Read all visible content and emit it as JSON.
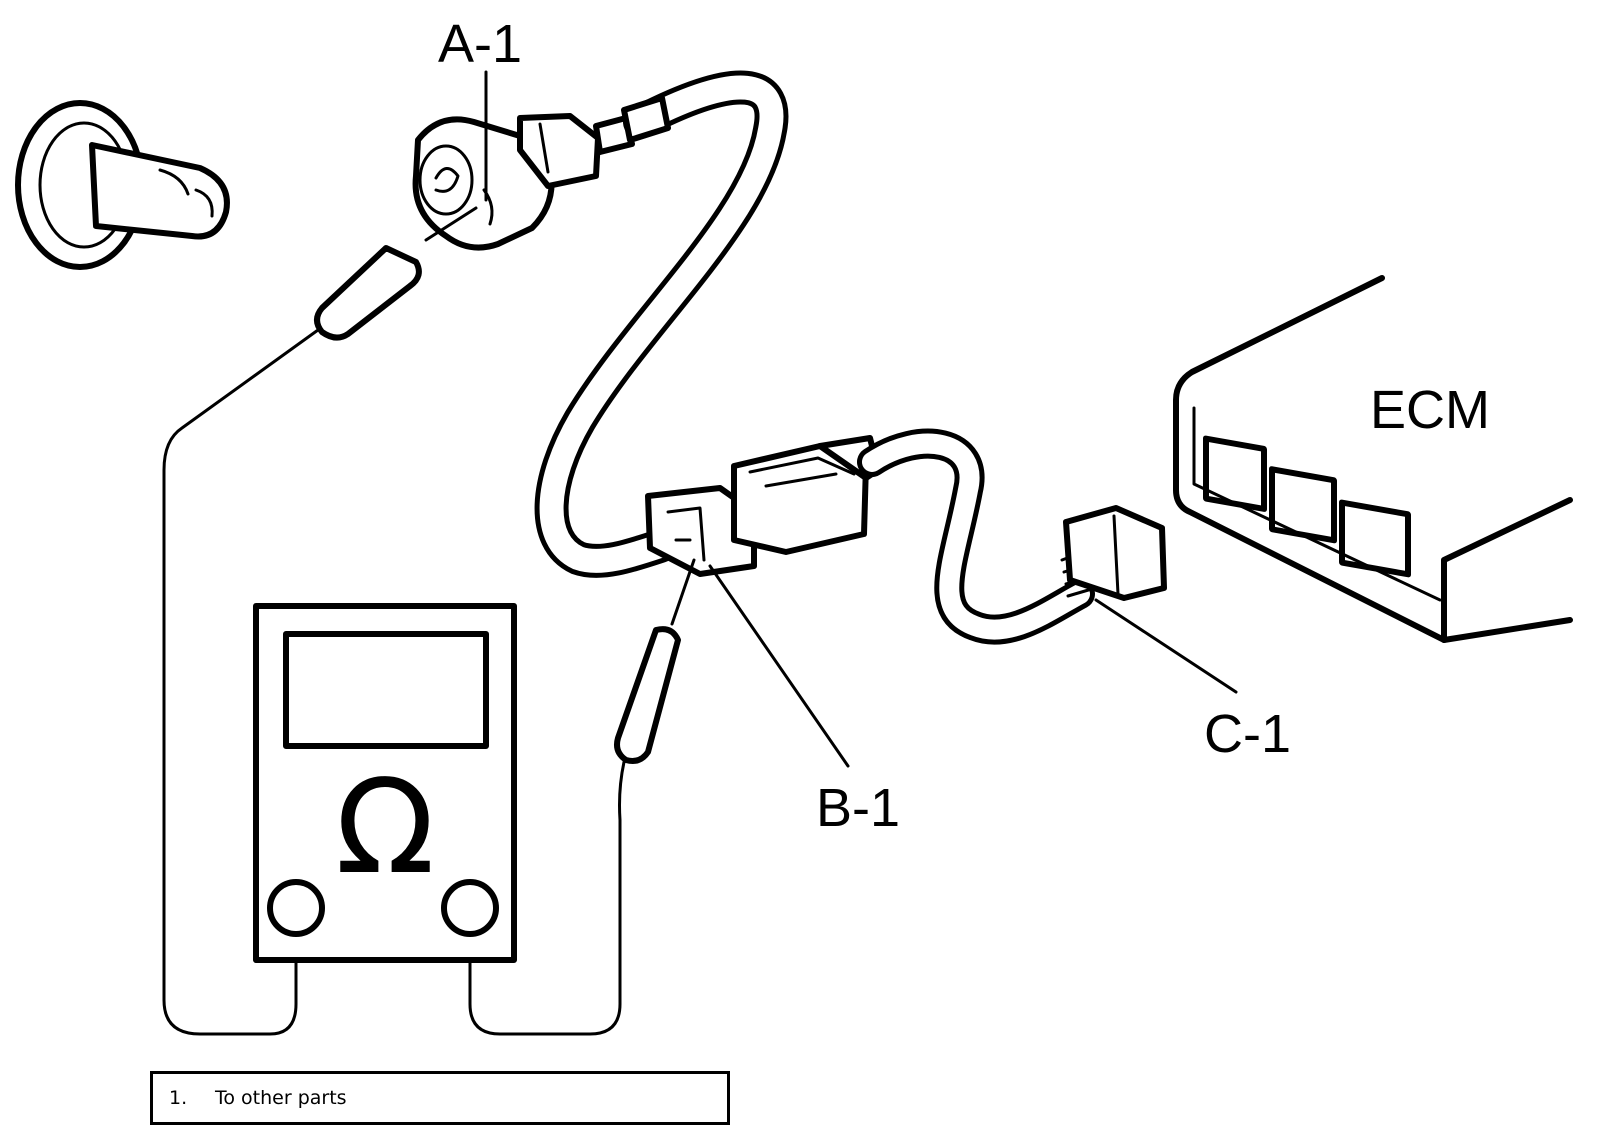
{
  "labels": {
    "a1": "A-1",
    "b1": "B-1",
    "c1": "C-1",
    "ecm": "ECM",
    "ohm": "Ω"
  },
  "legend": {
    "number": "1.",
    "text": "To other parts"
  }
}
